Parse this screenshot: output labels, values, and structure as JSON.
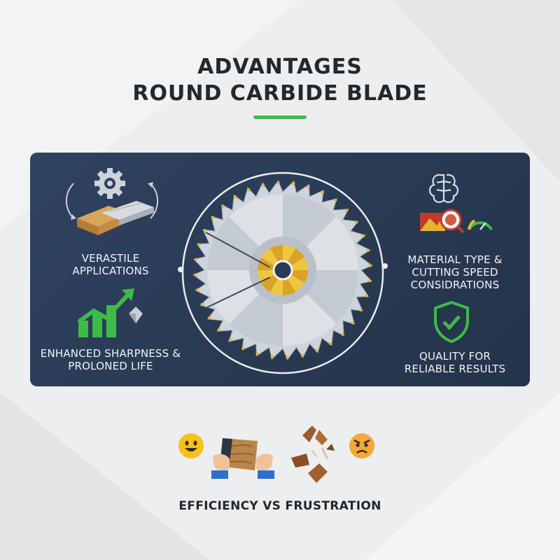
{
  "header": {
    "line1": "ADVANTAGES",
    "line2": "ROUND CARBIDE BLADE"
  },
  "features": {
    "versatile": {
      "line1": "VERASTILE",
      "line2": "APPLICATIONS",
      "icon": "gear-wood-plank-icon"
    },
    "sharpness": {
      "line1": "ENHANCED SHARPNESS &",
      "line2": "PROLONED LIFE",
      "icon": "growth-chart-icon"
    },
    "material": {
      "line1": "MATERIAL TYPE &",
      "line2": "CUTTING SPEED",
      "line3": "CONSIDRATIONS",
      "icon": "brain-magnifier-gauge-icon"
    },
    "quality": {
      "line1": "QUALITY FOR",
      "line2": "RELIABLE RESULTS",
      "icon": "shield-check-icon"
    }
  },
  "center": {
    "icon": "carbide-saw-blade-icon"
  },
  "comparison": {
    "caption": "EFFICIENCY VS FRUSTRATION",
    "left_icon": "happy-face-icon",
    "right_icon": "angry-face-icon"
  },
  "colors": {
    "panel": "#2a3a52",
    "accent": "#3dbb48",
    "title": "#23282d",
    "carbide": "#e5b530"
  }
}
